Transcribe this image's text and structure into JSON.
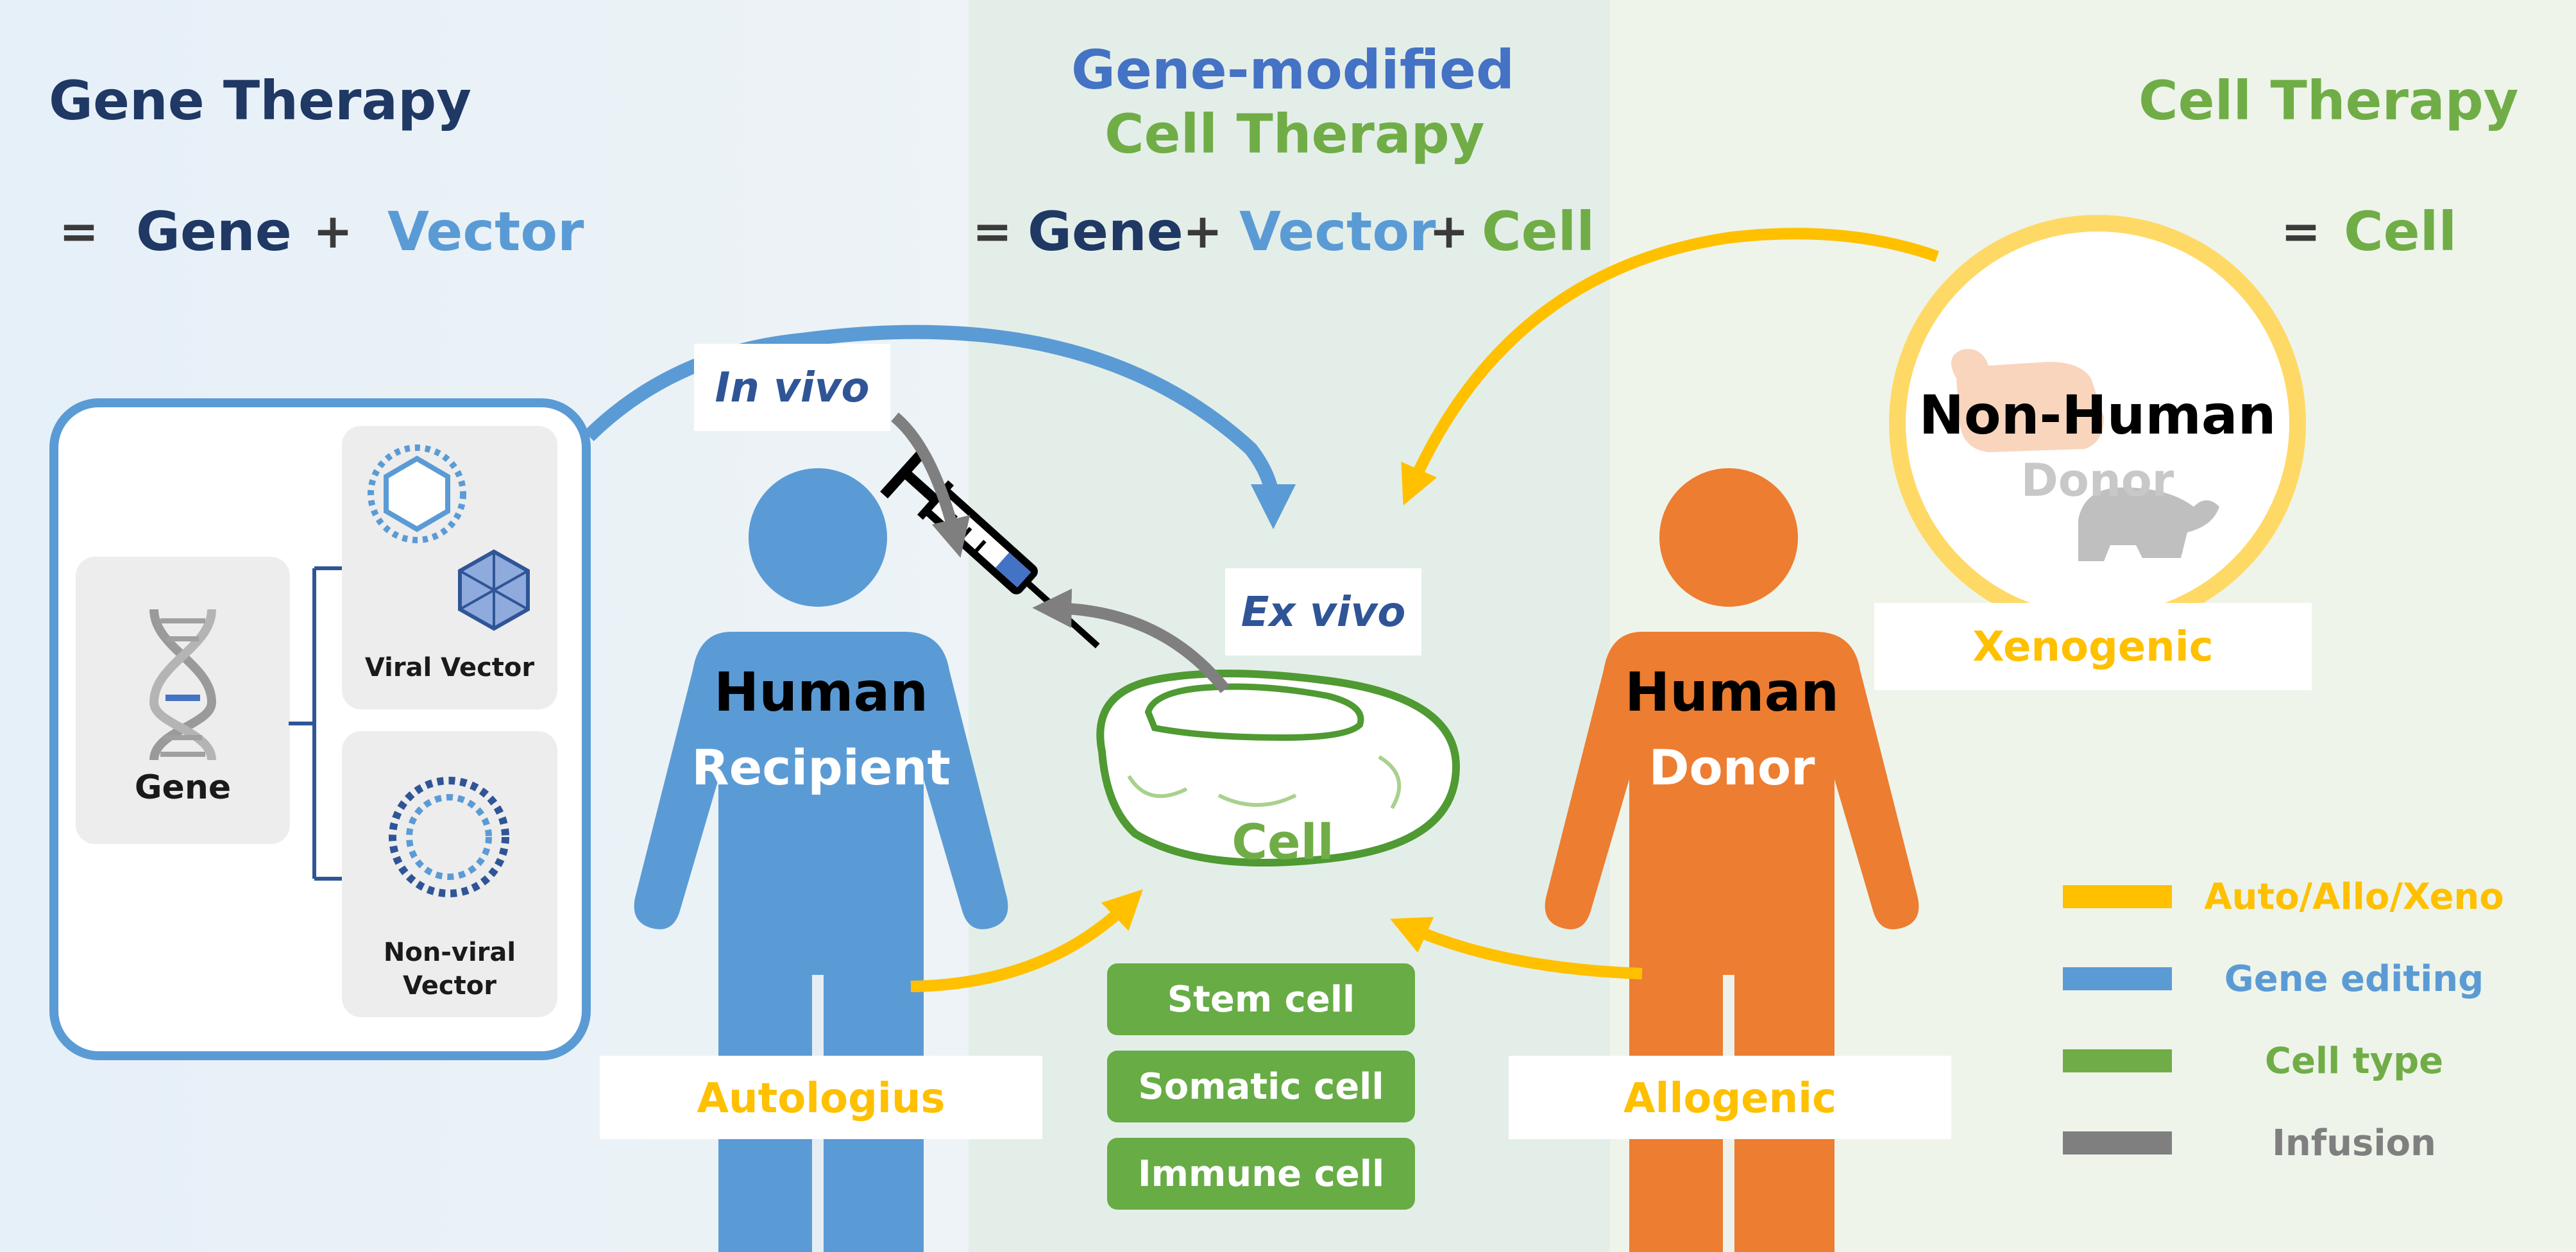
{
  "colors": {
    "navy": "#1f3864",
    "blue": "#5b9bd5",
    "green": "#70ad47",
    "cell_green": "#4f9a32",
    "orange": "#ed7d31",
    "yellow": "#ffc000",
    "gray": "#7f7f7f"
  },
  "gene_therapy": {
    "title": "Gene Therapy",
    "eq_sign": "=",
    "gene": "Gene",
    "plus": "+",
    "vector": "Vector"
  },
  "gene_modified": {
    "title_line1": "Gene-modified",
    "title_line2": "Cell Therapy",
    "eq_sign": "=",
    "gene": "Gene",
    "plus1": "+",
    "vector": "Vector",
    "plus2": "+",
    "cell": "Cell"
  },
  "cell_therapy": {
    "title": "Cell Therapy",
    "eq_sign": "=",
    "cell": "Cell"
  },
  "panel": {
    "gene_label": "Gene",
    "viral_vector_label": "Viral Vector",
    "nonviral_vector_line1": "Non-viral",
    "nonviral_vector_line2": "Vector"
  },
  "labels": {
    "in_vivo": "In vivo",
    "ex_vivo": "Ex vivo",
    "cell": "Cell",
    "non_human": "Non-Human",
    "donor_faded": "Donor",
    "xenogenic": "Xenogenic",
    "autologius": "Autologius",
    "allogenic": "Allogenic"
  },
  "recipient": {
    "line1": "Human",
    "line2": "Recipient"
  },
  "donor": {
    "line1": "Human",
    "line2": "Donor"
  },
  "cell_types": [
    "Stem cell",
    "Somatic cell",
    "Immune cell"
  ],
  "legend": [
    {
      "label": "Auto/Allo/Xeno",
      "color": "#ffc000"
    },
    {
      "label": "Gene editing",
      "color": "#5b9bd5"
    },
    {
      "label": "Cell type",
      "color": "#70ad47"
    },
    {
      "label": "Infusion",
      "color": "#7f7f7f"
    }
  ]
}
